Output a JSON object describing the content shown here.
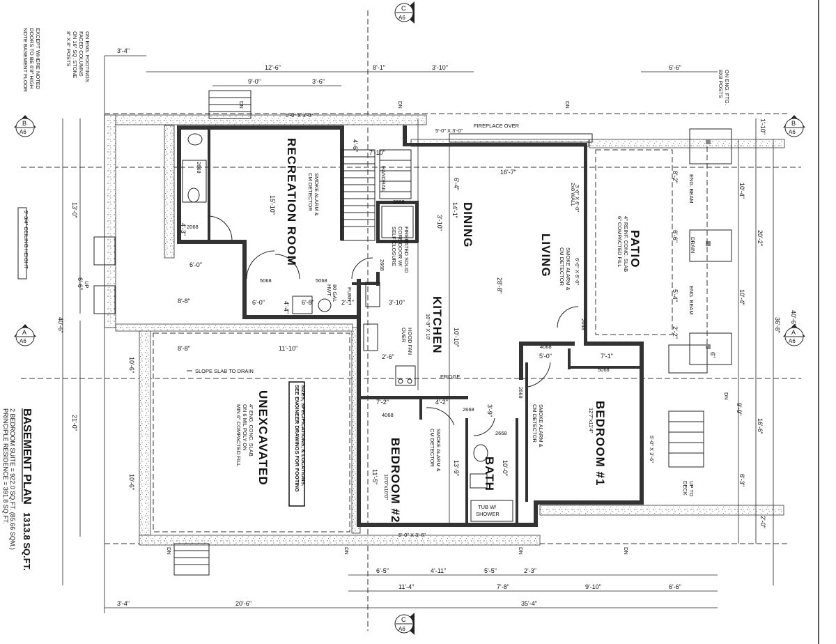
{
  "plan": {
    "title": "BASEMENT PLAN",
    "total_area": "1313.8 SQ.FT.",
    "suite_line": "2 BEDROOM SUITE = 922.0 SQ.FT. (85.66 SQM.)",
    "principal_line": "PRINCIPLE RESIDENCE = 391.8 SQ.FT."
  },
  "notes": {
    "door_height": [
      "NOTE BASEMENT FLOOR",
      "DOORS TO BE 6'8\" HIGH",
      "EXCEPT WHERE NOTED"
    ],
    "posts": [
      "8\" X 8\" POSTS",
      "ON 16\" SQ. STONE",
      "FACED COLUMNS",
      "ON ENG. FOOTINGS"
    ],
    "posts_right": [
      "8X8 POSTS",
      "ON ENG. FTG."
    ],
    "ceiling": "9'-3/4\" CEILING HEIGHT",
    "engineer": [
      "SEE ENGINEER DRAWINGS FOR FOOTING",
      "SIZES, SPECIFICATIONS, & LOCATIONS."
    ],
    "slope": "SLOPE SLAB TO DRAIN",
    "fireplace": "FIREPLACE OVER",
    "patio_slab": [
      "4\" REINF. CONC. SLAB",
      "6\" COMPACTED FILL"
    ],
    "unexc_slab": [
      "4\" ENG. CONC. SLAB",
      "ON 6 MIL POLY ON",
      "MIN 6\" COMPACTED FILL"
    ],
    "smoke": [
      "SMOKE ALARM &",
      "CM DETECTOR"
    ],
    "fire_door": [
      "FIRERATED SOLID",
      "CORE DOOR W/",
      "SELF CLOSURE"
    ],
    "hood": [
      "HOOD FAN",
      "OVER"
    ],
    "fridge": "FRIDGE",
    "tub": [
      "TUB W/",
      "SHOWER"
    ],
    "eng_beam": "ENG. BEAM",
    "drain": "DRAIN",
    "up_deck": [
      "UP TO",
      "DECK"
    ],
    "handrail": "HANDRAIL",
    "hwt": [
      "80 GAL",
      "HWT"
    ],
    "furn": "FURN",
    "up": "UP",
    "dn": "DN"
  },
  "rooms": {
    "recreation": "RECREATION ROOM",
    "dining": "DINING",
    "living": "LIVING",
    "kitchen": "KITCHEN",
    "kitchen_size": "10'-8\" X 10'",
    "patio": "PATIO",
    "unexcavated": "UNEXCAVATED",
    "bedroom1": "BEDROOM #1",
    "bedroom1_size": "12'7\"x11'4\"",
    "bedroom2": "BEDROOM #2",
    "bedroom2_size": "10'0\"x10'0\"",
    "bath": "BATH"
  },
  "sections": {
    "A": "A",
    "B": "B",
    "C": "C",
    "sheet": "A6"
  },
  "doors": {
    "d2668": "2668",
    "d2068": "2068",
    "d5068": "5068",
    "d4068": "4068",
    "d2868": "2868",
    "w_top": "5'-0\" X 3'-0\"",
    "w_top2": "5'-0\" X 3'-0\"",
    "w_bot": "5'-0\" X 3'-6\"",
    "w_right": "5'-0\" X 3'-6\"",
    "w_patio": "3'-0\" X 6'-0\"",
    "w_patio2": "6'-0\" X 8'-0\"",
    "w_2x8": "2x8 WALL"
  },
  "dims": {
    "top": [
      "3'-4\"",
      "12'-6\"",
      "9'-0\"",
      "3'-6\"",
      "8'-1\"",
      "3'-10\"",
      "6'-6\""
    ],
    "bottom": [
      "6'-5\"",
      "4'-11\"",
      "5'-5\"",
      "2'-3\"",
      "11'-4\"",
      "7'-8\"",
      "9'-10\"",
      "6'-6\"",
      "3'-4\"",
      "20'-6\"",
      "35'-4\""
    ],
    "left": [
      "13'-0\"",
      "40'-6\"",
      "21'-0\"",
      "10'-6\"",
      "10'-6\"",
      "6'-6\""
    ],
    "right": [
      "1'-10\"",
      "10'-4\"",
      "20'-2\"",
      "36'-8\"",
      "10'-4\"",
      "40'-6\"",
      "9'-9\"",
      "16'-6\"",
      "6'-3\"",
      "2'-0\""
    ],
    "interior": [
      "15'-10\"",
      "6'-0\"",
      "8'-8\"",
      "11'-10\"",
      "8'-8\"",
      "6'-0\"",
      "4'-4\"",
      "6'-8\"",
      "2'-1\"",
      "3'-10\"",
      "7'-10\"",
      "4'-6\"",
      "4'-3\"",
      "16'-7\"",
      "6'-4\"",
      "14'-1\"",
      "3'-10\"",
      "28'-8\"",
      "10'-10\"",
      "8'-2\"",
      "6'-6\"",
      "5'-4\"",
      "2'-2\"",
      "5'-0\"",
      "7'-1\"",
      "4'-2\"",
      "7'-2\"",
      "13'-9\"",
      "11'-5\"",
      "10'-0\"",
      "3'-9\"",
      "6\"",
      "2'-6\""
    ]
  }
}
